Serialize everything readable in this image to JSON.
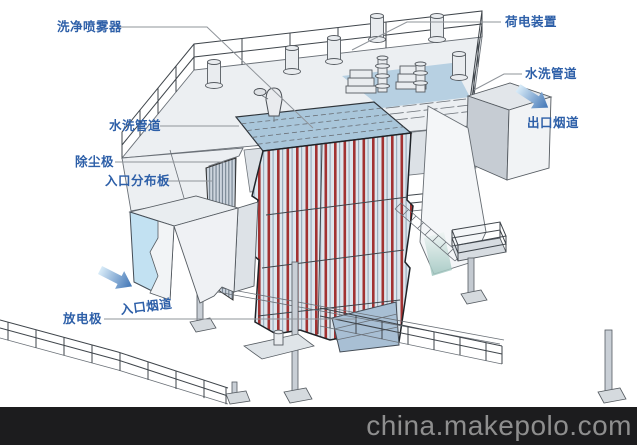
{
  "labels": {
    "washing_sprayer": "洗净喷雾器",
    "charging_device": "荷电装置",
    "wash_pipe_right": "水洗管道",
    "outlet_duct": "出口烟道",
    "wash_pipe_left": "水洗管道",
    "dust_collecting_plate": "除尘极",
    "inlet_distribution_plate": "入口分布板",
    "inlet_duct": "入口烟道",
    "discharge_electrode": "放电极"
  },
  "watermark": {
    "text": "china.makepolo.com"
  },
  "colors": {
    "label_text": "#2d5fa8",
    "leader_line": "#8f949a",
    "flow_arrow": "#3f74b5",
    "plate_red": "#a23232",
    "core_top": "#a9c6da",
    "duct_interior": "#c2e1f2",
    "casing": "#eceff2",
    "watermark_bar": "#1c1c1e",
    "watermark_text": "#8e8e8e"
  }
}
